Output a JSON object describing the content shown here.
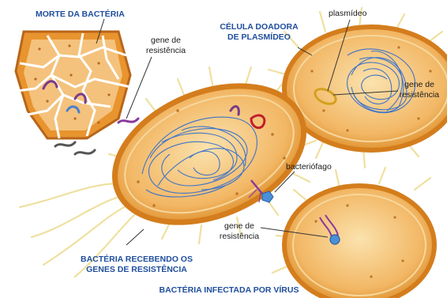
{
  "labels": {
    "morte": "MORTE DA BACTÉRIA",
    "doadora_1": "CÉLULA DOADORA",
    "doadora_2": "DE PLASMÍDEO",
    "plasmideo": "plasmídeo",
    "gene_top_1": "gene de",
    "gene_top_2": "resistência",
    "gene_right_1": "gene de",
    "gene_right_2": "resistência",
    "bacteriofago": "bacteriófago",
    "gene_bottom_1": "gene de",
    "gene_bottom_2": "resistência",
    "recebendo_1": "BACTÉRIA RECEBENDO OS",
    "recebendo_2": "GENES DE RESISTÊNCIA",
    "infectada": "BACTÉRIA INFECTADA POR VÍRUS"
  },
  "colors": {
    "label_blue": "#1f4e9c",
    "cell_orange": "#e8942f",
    "cell_inner": "#f7cf8a",
    "dna_blue": "#3f74c9",
    "flagella": "#f1e3a8"
  }
}
